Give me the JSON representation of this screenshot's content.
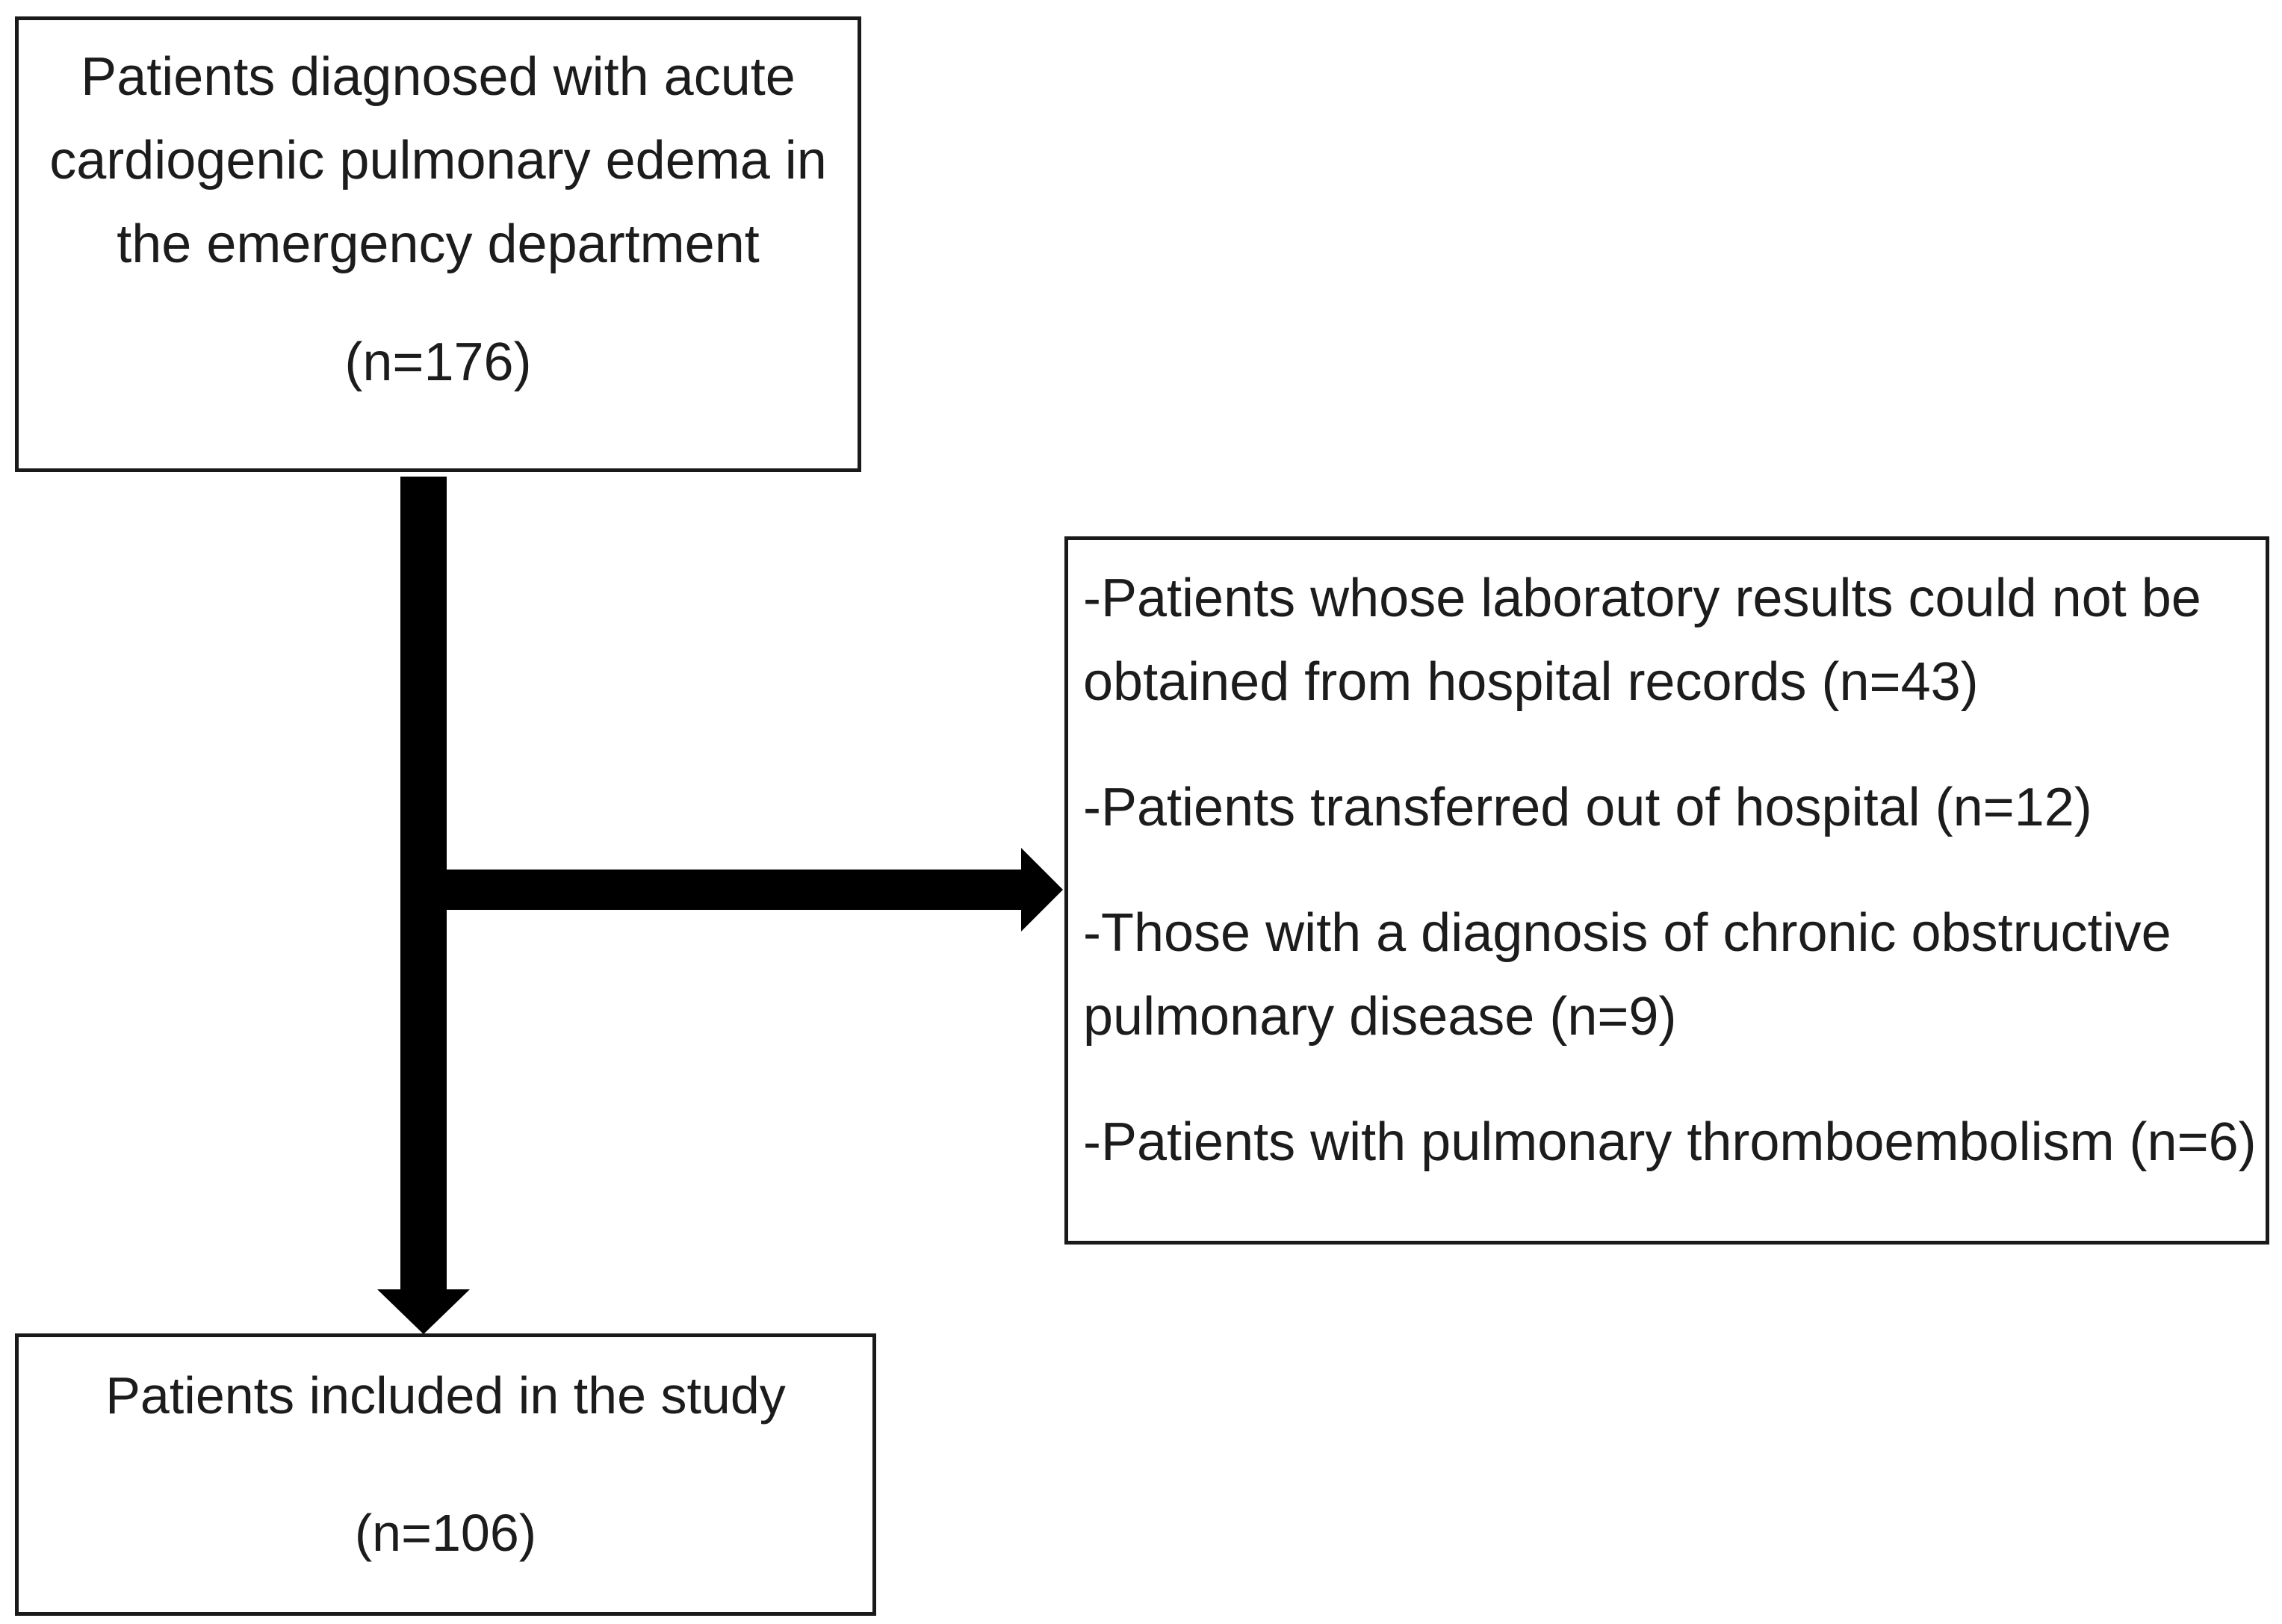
{
  "diagram": {
    "type": "flowchart",
    "colors": {
      "background": "#ffffff",
      "border": "#1a1a1a",
      "line": "#000000",
      "text": "#1c1c1c"
    },
    "source_box": {
      "lines": [
        "Patients diagnosed with acute",
        "cardiogenic pulmonary edema in",
        "the emergency department"
      ],
      "count": "(n=176)"
    },
    "exclusions_box": {
      "items": [
        {
          "lines": [
            "-Patients whose laboratory results could not be",
            "obtained from hospital records (n=43)"
          ]
        },
        {
          "lines": [
            "-Patients transferred out of hospital (n=12)"
          ]
        },
        {
          "lines": [
            "-Those with a diagnosis of chronic obstructive",
            "pulmonary disease (n=9)"
          ]
        },
        {
          "lines": [
            "-Patients with pulmonary thromboembolism (n=6)"
          ]
        }
      ]
    },
    "result_box": {
      "lines": [
        "Patients included in the study"
      ],
      "count": "(n=106)"
    }
  }
}
